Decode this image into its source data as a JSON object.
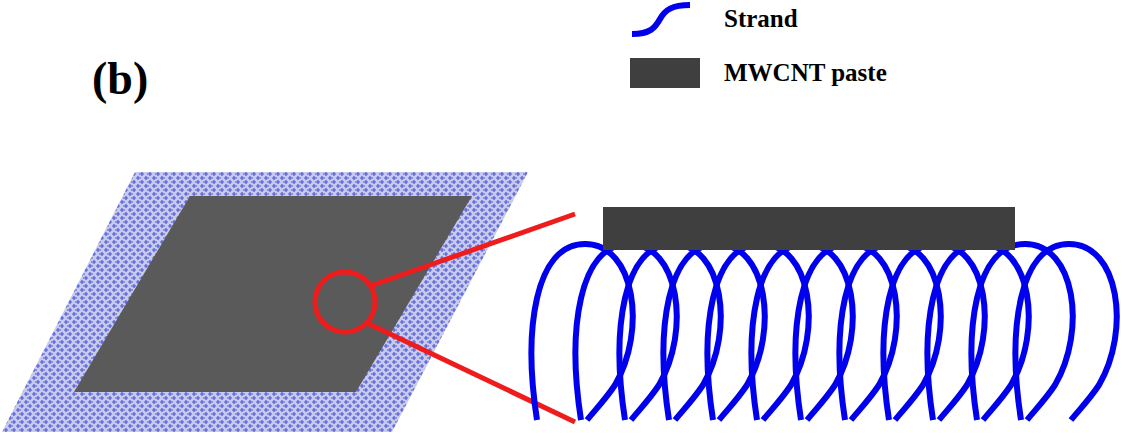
{
  "diagram": {
    "labels": [
      "(b)"
    ],
    "legend": [
      {
        "text": "Strand"
      },
      {
        "text": "MWCNT paste",
        "color": "#3f3f3f"
      }
    ]
  }
}
